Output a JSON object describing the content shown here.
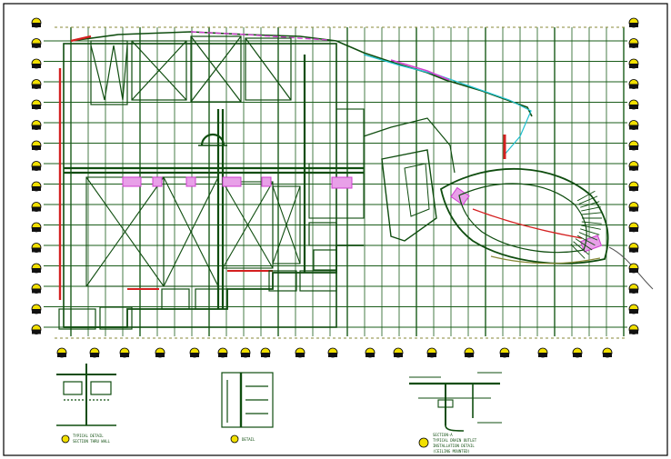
{
  "sheet": {
    "background": "#ffffff",
    "colors": {
      "grid": "#1a5c1a",
      "wall": "#0f4d0f",
      "accent_red": "#d42020",
      "accent_magenta": "#d040d0",
      "accent_cyan": "#20c0d0",
      "bubble_fill": "#f2e000",
      "bubble_stroke": "#000000",
      "olive": "#8a8a3a",
      "blue": "#2040c0"
    }
  },
  "details": {
    "detail_1": {
      "title": "TYPICAL DETAIL",
      "line_2": "SECTION THRU WALL"
    },
    "detail_2": {
      "title": "DETAIL"
    },
    "detail_3": {
      "title": "SECTION-A",
      "line_2": "TYPICAL DRAIN OUTLET",
      "line_3": "INSTALLATION DETAIL",
      "line_4": "(CEILING MOUNTED)"
    }
  }
}
